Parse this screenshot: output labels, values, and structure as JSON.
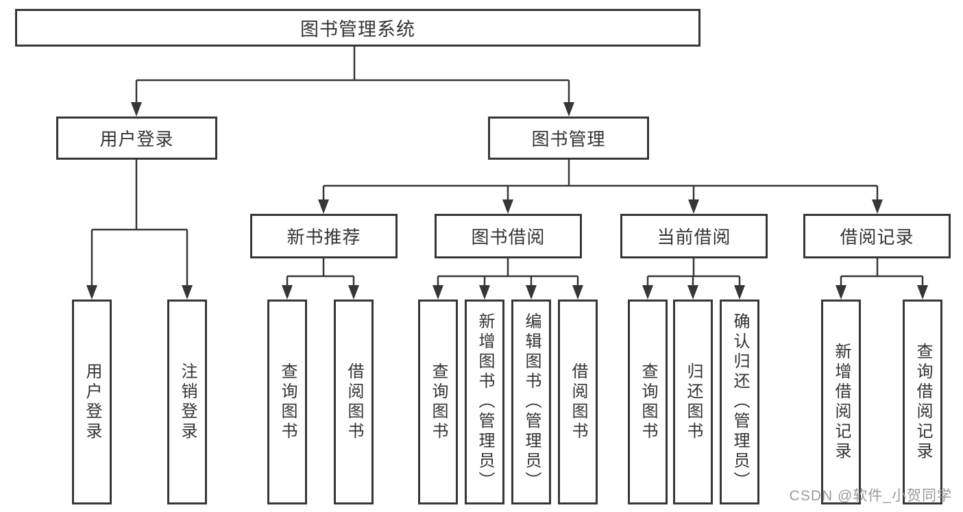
{
  "diagram": {
    "root_label": "图书管理系统",
    "branches": [
      {
        "label": "用户登录",
        "leaves": [
          {
            "label": "用户登录"
          },
          {
            "label": "注销登录"
          }
        ]
      },
      {
        "label": "图书管理",
        "groups": [
          {
            "label": "新书推荐",
            "leaves": [
              {
                "label": "查询图书"
              },
              {
                "label": "借阅图书"
              }
            ]
          },
          {
            "label": "图书借阅",
            "leaves": [
              {
                "label": "查询图书"
              },
              {
                "label": "新增图书（管理员）"
              },
              {
                "label": "编辑图书（管理员）"
              },
              {
                "label": "借阅图书"
              }
            ]
          },
          {
            "label": "当前借阅",
            "leaves": [
              {
                "label": "查询图书"
              },
              {
                "label": "归还图书"
              },
              {
                "label": "确认归还（管理员）"
              }
            ]
          },
          {
            "label": "借阅记录",
            "leaves": [
              {
                "label": "新增借阅记录"
              },
              {
                "label": "查询借阅记录"
              }
            ]
          }
        ]
      }
    ],
    "watermark": "CSDN @软件_小贺同学",
    "colors": {
      "line": "#363636",
      "text": "#333333",
      "background": "#ffffff",
      "watermark": "#919196"
    }
  }
}
